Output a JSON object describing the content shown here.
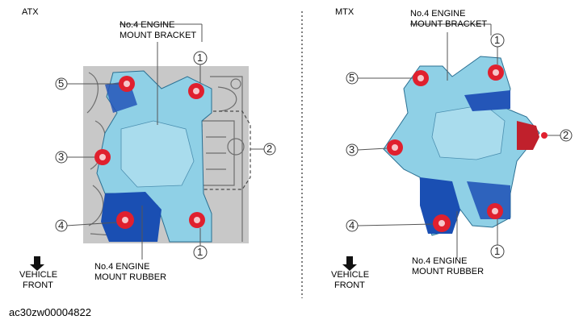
{
  "left": {
    "variant": "ATX",
    "bracket_label_1": "No.4 ENGINE",
    "bracket_label_2": "MOUNT BRACKET",
    "rubber_label_1": "No.4 ENGINE",
    "rubber_label_2": "MOUNT RUBBER",
    "front_label_1": "VEHICLE",
    "front_label_2": "FRONT",
    "callouts": [
      "1",
      "1",
      "2",
      "3",
      "4",
      "5"
    ]
  },
  "right": {
    "variant": "MTX",
    "bracket_label_1": "No.4 ENGINE",
    "bracket_label_2": "MOUNT BRACKET",
    "rubber_label_1": "No.4 ENGINE",
    "rubber_label_2": "MOUNT RUBBER",
    "front_label_1": "VEHICLE",
    "front_label_2": "FRONT",
    "callouts": [
      "1",
      "1",
      "2",
      "3",
      "4",
      "5"
    ]
  },
  "figure_id": "ac30zw00004822",
  "colors": {
    "bracket": "#8fd0e6",
    "bracket_dark": "#1a4fb3",
    "bolt": "#e0202e",
    "engine_gray": "#b8b8b8"
  }
}
